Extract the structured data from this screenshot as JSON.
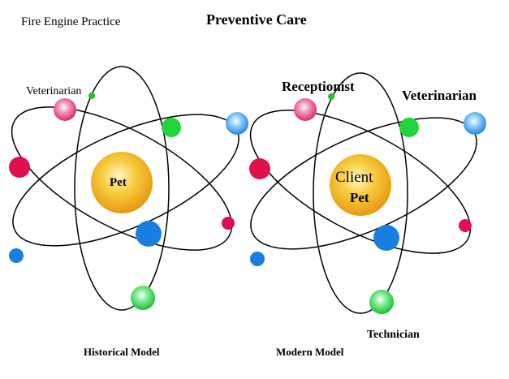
{
  "header": {
    "left_label": "Fire Engine Practice",
    "title": "Preventive Care"
  },
  "left_model": {
    "center_label": "Pet",
    "role_label": "Veterinarian",
    "caption": "Historical Model"
  },
  "right_model": {
    "center_line1": "Client",
    "center_line2": "Pet",
    "role_receptionist": "Receptionist",
    "role_veterinarian": "Veterinarian",
    "role_technician": "Technician",
    "caption": "Modern Model"
  },
  "colors": {
    "nucleus": "#f2b01e",
    "pink": "#e0437a",
    "magenta": "#e0104e",
    "green": "#22d43c",
    "blue": "#1a7ee0",
    "light_blue": "#3aa0f0",
    "small_green": "#22c020"
  }
}
